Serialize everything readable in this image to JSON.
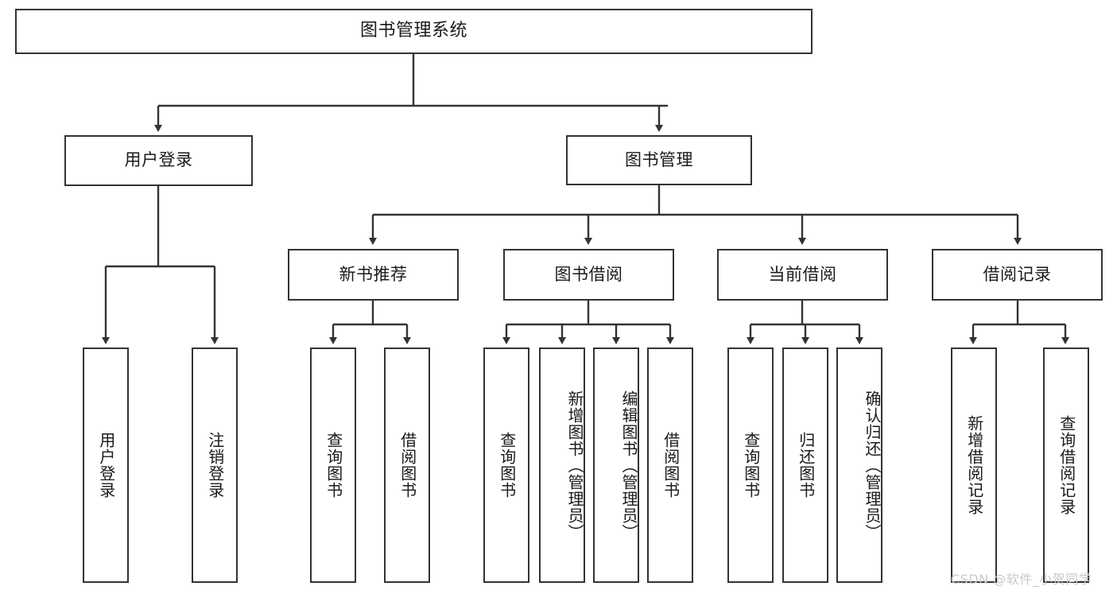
{
  "diagram": {
    "title": "图书管理系统",
    "type": "功能结构图",
    "stroke_color": "#333333",
    "background_color": "#ffffff",
    "text_color": "#1a1a1a"
  },
  "root": {
    "label": "图书管理系统"
  },
  "level1": [
    {
      "label": "用户登录"
    },
    {
      "label": "图书管理"
    }
  ],
  "level2": [
    {
      "label": "新书推荐"
    },
    {
      "label": "图书借阅"
    },
    {
      "label": "当前借阅"
    },
    {
      "label": "借阅记录"
    }
  ],
  "leaves": {
    "user_login": [
      {
        "label": "用户登录"
      },
      {
        "label": "注销登录"
      }
    ],
    "new_book": [
      {
        "label": "查询图书"
      },
      {
        "label": "借阅图书"
      }
    ],
    "book_borrow": [
      {
        "label": "查询图书"
      },
      {
        "label": "新增图书（管理员）"
      },
      {
        "label": "编辑图书（管理员）"
      },
      {
        "label": "借阅图书"
      }
    ],
    "current_borrow": [
      {
        "label": "查询图书"
      },
      {
        "label": "归还图书"
      },
      {
        "label": "确认归还（管理员）"
      }
    ],
    "borrow_record": [
      {
        "label": "新增借阅记录"
      },
      {
        "label": "查询借阅记录"
      }
    ]
  },
  "watermark": {
    "text": "CSDN @软件_小贺同学",
    "color": "#c9c9c9"
  }
}
